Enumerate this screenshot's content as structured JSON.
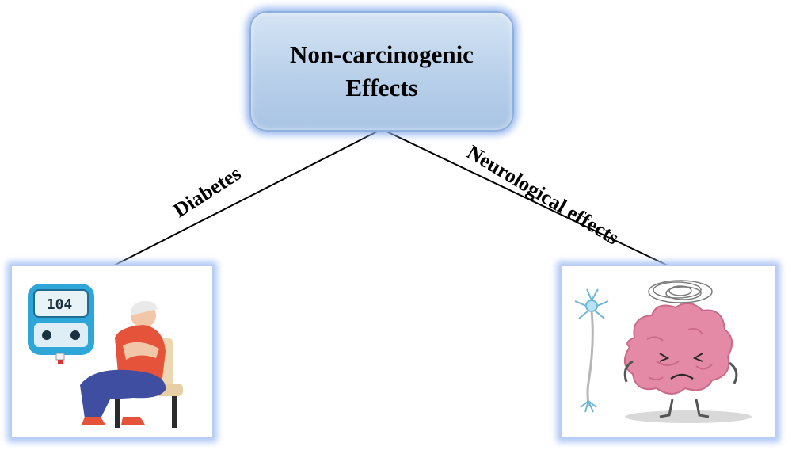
{
  "root": {
    "label": "Non-carcinogenic Effects"
  },
  "branches": [
    {
      "label": "Diabetes",
      "illustration": "diabetes-glucose-meter-illustration"
    },
    {
      "label": "Neurological effects",
      "illustration": "distressed-brain-neuron-illustration"
    }
  ],
  "illustrations": {
    "glucose_reading": "104"
  },
  "colors": {
    "root_fill": "#b9d0ea",
    "root_glow": "#93b4ee",
    "frame_glow": "#aec6f6",
    "brain": "#e58aa6",
    "meter": "#2fa6d8"
  }
}
